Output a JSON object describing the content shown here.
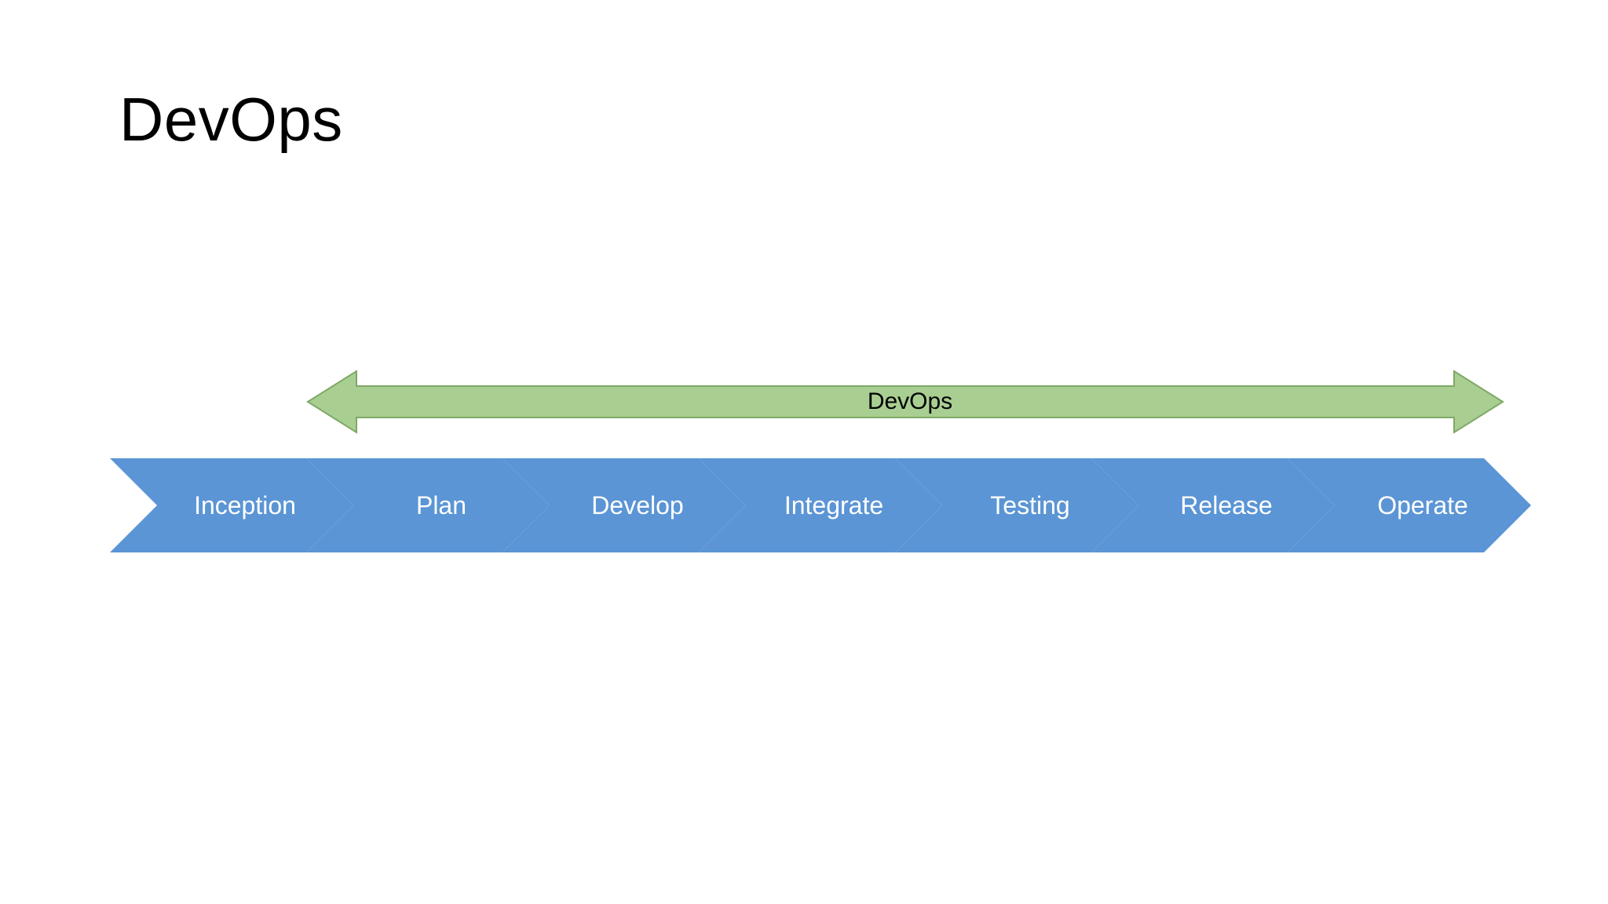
{
  "slide": {
    "title": "DevOps",
    "background_color": "#ffffff"
  },
  "devops_span": {
    "label": "DevOps",
    "fill_color": "#A9CE92",
    "stroke_color": "#7FA865",
    "label_color": "#000000",
    "direction": "double-headed"
  },
  "pipeline": {
    "fill_color": "#5B95D5",
    "label_color": "#FFFFFF",
    "stages": [
      {
        "label": "Inception"
      },
      {
        "label": "Plan"
      },
      {
        "label": "Develop"
      },
      {
        "label": "Integrate"
      },
      {
        "label": "Testing"
      },
      {
        "label": "Release"
      },
      {
        "label": "Operate"
      }
    ]
  }
}
